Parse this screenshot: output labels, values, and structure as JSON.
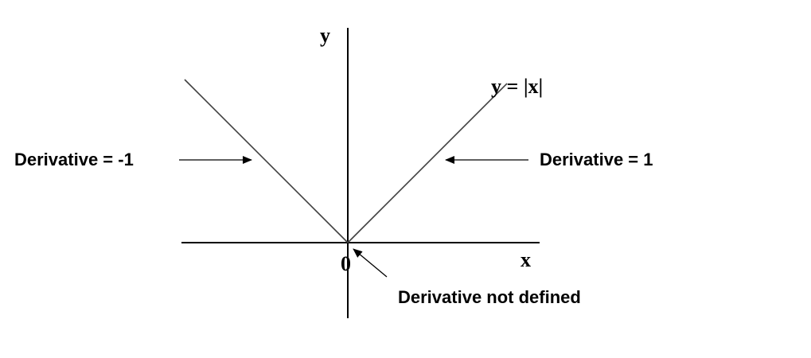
{
  "axes": {
    "y_label": "y",
    "x_label": "x",
    "origin_label": "0"
  },
  "function_label": "y = |x|",
  "annotations": {
    "left": "Derivative = -1",
    "right": "Derivative = 1",
    "origin": "Derivative not defined"
  },
  "colors": {
    "axis": "#000000",
    "graph_line": "#404040",
    "text": "#000000",
    "background": "#ffffff"
  }
}
